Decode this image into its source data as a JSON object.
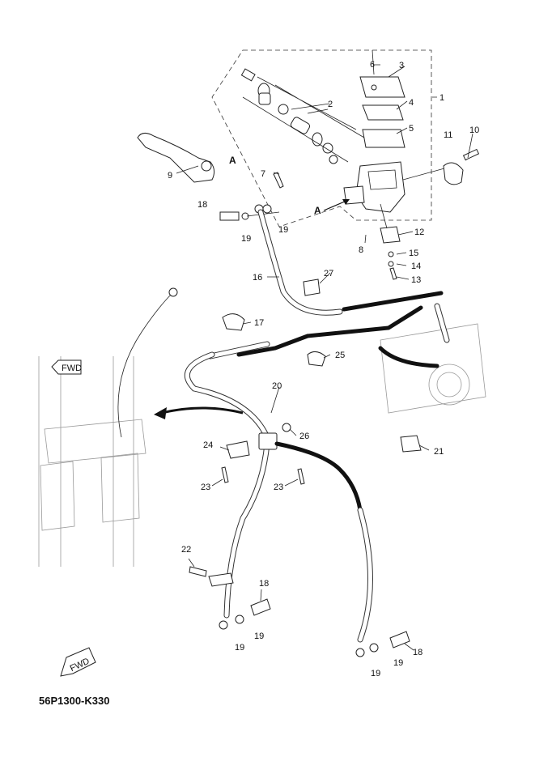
{
  "diagram": {
    "code": "56P1300-K330",
    "fwd_label": "FWD",
    "callouts": [
      {
        "id": "c1",
        "text": "1"
      },
      {
        "id": "c2",
        "text": "2"
      },
      {
        "id": "c3",
        "text": "3"
      },
      {
        "id": "c4",
        "text": "4"
      },
      {
        "id": "c5",
        "text": "5"
      },
      {
        "id": "c6",
        "text": "6"
      },
      {
        "id": "c7",
        "text": "7"
      },
      {
        "id": "c8",
        "text": "8"
      },
      {
        "id": "c9",
        "text": "9"
      },
      {
        "id": "c10",
        "text": "10"
      },
      {
        "id": "c11",
        "text": "11"
      },
      {
        "id": "c12",
        "text": "12"
      },
      {
        "id": "c13",
        "text": "13"
      },
      {
        "id": "c14",
        "text": "14"
      },
      {
        "id": "c15",
        "text": "15"
      },
      {
        "id": "c16",
        "text": "16"
      },
      {
        "id": "c17",
        "text": "17"
      },
      {
        "id": "c18a",
        "text": "18"
      },
      {
        "id": "c19a",
        "text": "19"
      },
      {
        "id": "c19b",
        "text": "19"
      },
      {
        "id": "c20",
        "text": "20"
      },
      {
        "id": "c21",
        "text": "21"
      },
      {
        "id": "c22",
        "text": "22"
      },
      {
        "id": "c23a",
        "text": "23"
      },
      {
        "id": "c23b",
        "text": "23"
      },
      {
        "id": "c24",
        "text": "24"
      },
      {
        "id": "c25",
        "text": "25"
      },
      {
        "id": "c26",
        "text": "26"
      },
      {
        "id": "c27",
        "text": "27"
      },
      {
        "id": "c18b",
        "text": "18"
      },
      {
        "id": "c19c",
        "text": "19"
      },
      {
        "id": "c19d",
        "text": "19"
      },
      {
        "id": "c18c",
        "text": "18"
      },
      {
        "id": "c19e",
        "text": "19"
      },
      {
        "id": "c19f",
        "text": "19"
      },
      {
        "id": "cA1",
        "text": "A"
      },
      {
        "id": "cA2",
        "text": "A"
      }
    ]
  }
}
